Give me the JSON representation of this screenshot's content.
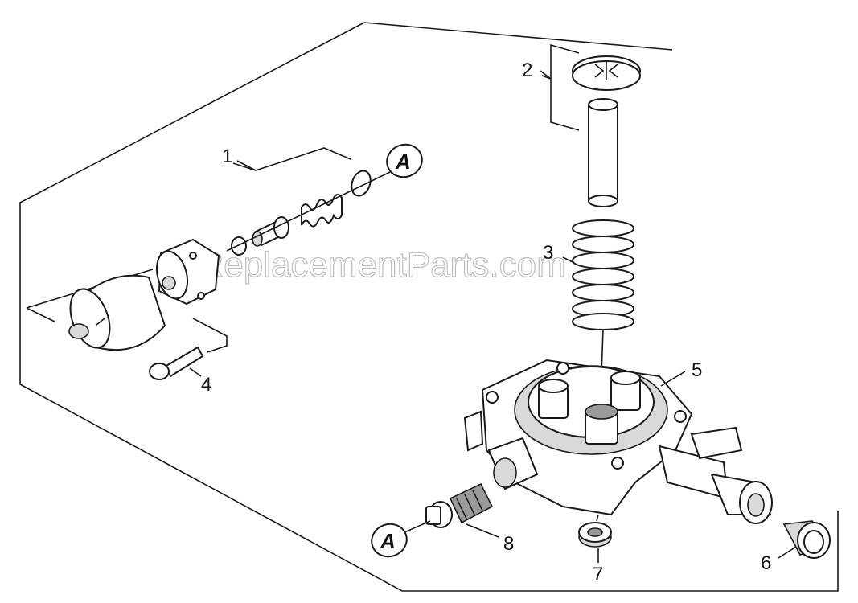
{
  "watermark": "eReplacementParts.com",
  "callouts": {
    "c1": "1",
    "c2": "2",
    "c3": "3",
    "c4": "4",
    "c5": "5",
    "c6": "6",
    "c7": "7",
    "c8": "8"
  },
  "reference_marks": {
    "top": "A",
    "bottom": "A"
  }
}
